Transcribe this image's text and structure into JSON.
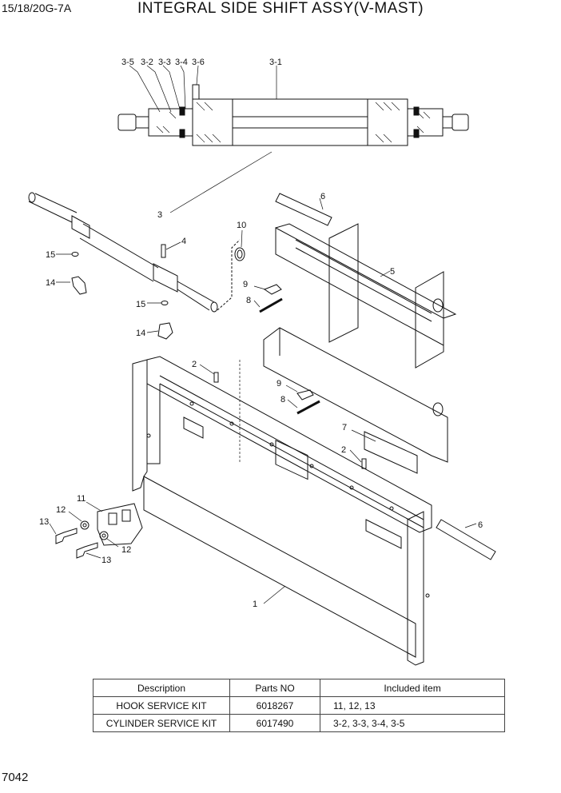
{
  "header": {
    "model": "15/18/20G-7A",
    "title": "INTEGRAL SIDE SHIFT ASSY(V-MAST)"
  },
  "page_number": "7042",
  "callouts": {
    "c3_5": "3-5",
    "c3_2": "3-2",
    "c3_3": "3-3",
    "c3_4": "3-4",
    "c3_6": "3-6",
    "c3_1": "3-1",
    "c3": "3",
    "c4": "4",
    "c15a": "15",
    "c14a": "14",
    "c15b": "15",
    "c14b": "14",
    "c10": "10",
    "c6a": "6",
    "c5": "5",
    "c9a": "9",
    "c8a": "8",
    "c2a": "2",
    "c9b": "9",
    "c8b": "8",
    "c7": "7",
    "c2b": "2",
    "c11": "11",
    "c12a": "12",
    "c13a": "13",
    "c12b": "12",
    "c13b": "13",
    "c6b": "6",
    "c1": "1"
  },
  "parts_table": {
    "headers": [
      "Description",
      "Parts NO",
      "Included item"
    ],
    "rows": [
      [
        "HOOK SERVICE KIT",
        "6018267",
        "11, 12, 13"
      ],
      [
        "CYLINDER SERVICE KIT",
        "6017490",
        "3-2, 3-3, 3-4, 3-5"
      ]
    ]
  }
}
